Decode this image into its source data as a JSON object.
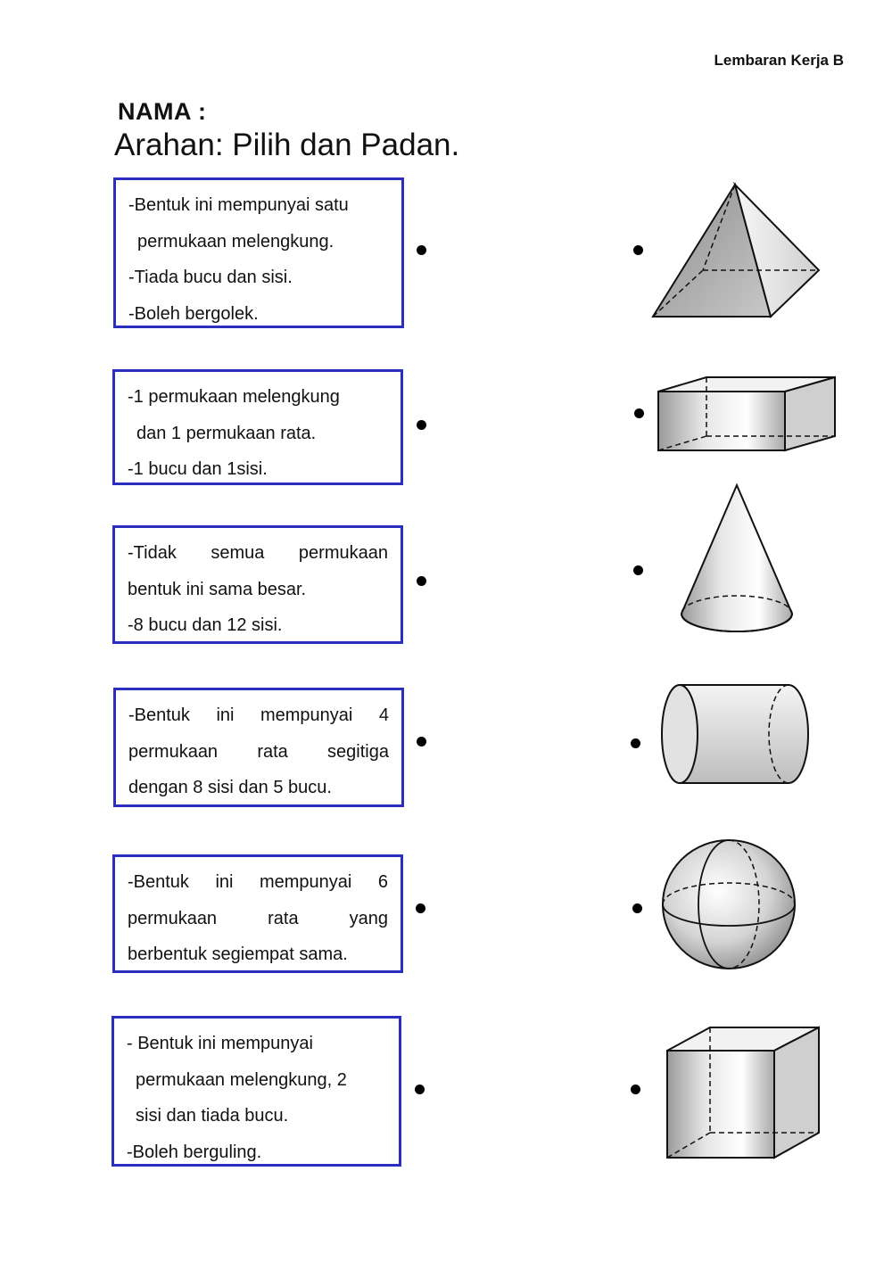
{
  "sheet_label": "Lembaran Kerja B",
  "name_label": "NAMA :",
  "instruction": "Arahan: Pilih dan Padan.",
  "descriptions": [
    {
      "lines": [
        "-Bentuk ini mempunyai satu",
        "permukaan melengkung.",
        "-Tiada bucu dan sisi.",
        "-Boleh bergolek."
      ]
    },
    {
      "lines": [
        "-1 permukaan melengkung",
        "dan 1 permukaan rata.",
        "-1 bucu dan 1sisi."
      ]
    },
    {
      "lines": [
        "-Tidak semua permukaan",
        "bentuk ini sama besar.",
        "-8 bucu dan 12 sisi."
      ]
    },
    {
      "lines": [
        "-Bentuk ini mempunyai 4",
        "permukaan rata segitiga",
        "dengan 8 sisi dan 5 bucu."
      ]
    },
    {
      "lines": [
        "-Bentuk ini mempunyai 6",
        "permukaan rata yang",
        "berbentuk segiempat sama."
      ]
    },
    {
      "lines": [
        "- Bentuk ini mempunyai",
        "permukaan melengkung, 2",
        "sisi dan tiada bucu.",
        "-Boleh berguling."
      ]
    }
  ],
  "shapes": [
    {
      "icon": "pyramid-icon"
    },
    {
      "icon": "cuboid-icon"
    },
    {
      "icon": "cone-icon"
    },
    {
      "icon": "cylinder-icon"
    },
    {
      "icon": "sphere-icon"
    },
    {
      "icon": "cube-icon"
    }
  ],
  "colors": {
    "box_border": "#2a2fbf",
    "shape_fill": "#d9d9d9"
  }
}
